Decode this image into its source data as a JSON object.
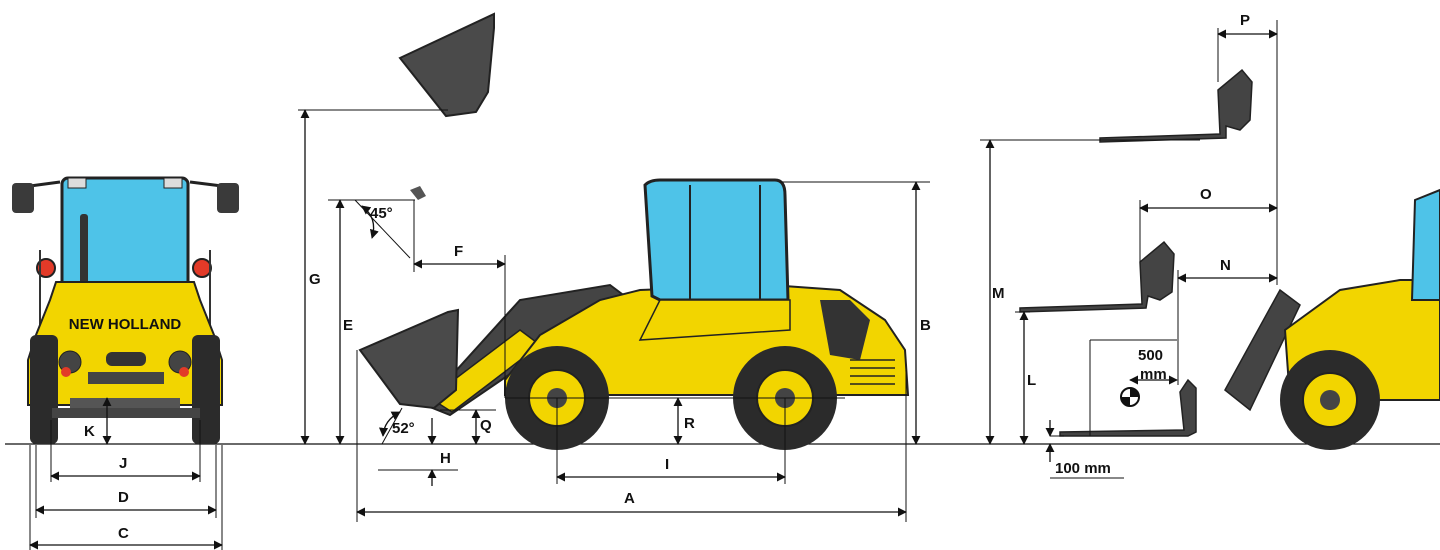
{
  "colors": {
    "body_yellow": "#F2D500",
    "cab_blue": "#4EC3E8",
    "tyre": "#2b2b2b",
    "metal": "#555555",
    "line": "#111111"
  },
  "front_view": {
    "brand": "NEW HOLLAND"
  },
  "dimension_labels": {
    "A": "A",
    "B": "B",
    "C": "C",
    "D": "D",
    "E": "E",
    "F": "F",
    "G": "G",
    "H": "H",
    "I": "I",
    "J": "J",
    "K": "K",
    "L": "L",
    "M": "M",
    "N": "N",
    "O": "O",
    "P": "P",
    "Q": "Q",
    "R": "R"
  },
  "angles": {
    "dump": "45°",
    "rollback": "52°"
  },
  "fork": {
    "load_center_value": "500",
    "load_center_unit": "mm",
    "ground_clearance": "100 mm"
  }
}
